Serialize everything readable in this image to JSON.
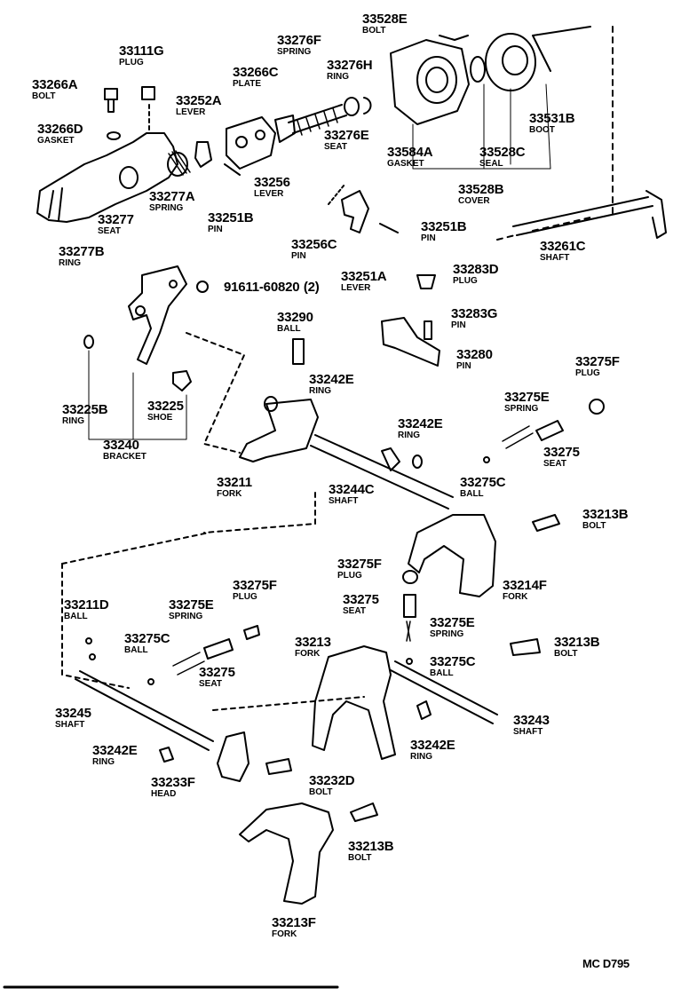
{
  "parts": [
    {
      "number": "33528E",
      "name": "BOLT"
    },
    {
      "number": "33111G",
      "name": "PLUG"
    },
    {
      "number": "33276F",
      "name": "SPRING"
    },
    {
      "number": "33276H",
      "name": "RING"
    },
    {
      "number": "33266C",
      "name": "PLATE"
    },
    {
      "number": "33266A",
      "name": "BOLT"
    },
    {
      "number": "33252A",
      "name": "LEVER"
    },
    {
      "number": "33531B",
      "name": "BOOT"
    },
    {
      "number": "33266D",
      "name": "GASKET"
    },
    {
      "number": "33276E",
      "name": "SEAT"
    },
    {
      "number": "33584A",
      "name": "GASKET"
    },
    {
      "number": "33528C",
      "name": "SEAL"
    },
    {
      "number": "33256",
      "name": "LEVER"
    },
    {
      "number": "33528B",
      "name": "COVER"
    },
    {
      "number": "33277A",
      "name": "SPRING"
    },
    {
      "number": "33277",
      "name": "SEAT"
    },
    {
      "number": "33251B",
      "name": "PIN"
    },
    {
      "number": "33251B",
      "name": "PIN"
    },
    {
      "number": "33261C",
      "name": "SHAFT"
    },
    {
      "number": "33277B",
      "name": "RING"
    },
    {
      "number": "33256C",
      "name": "PIN"
    },
    {
      "number": "33283D",
      "name": "PLUG"
    },
    {
      "number": "33251A",
      "name": "LEVER"
    },
    {
      "number": "33290",
      "name": "BALL"
    },
    {
      "number": "33283G",
      "name": "PIN"
    },
    {
      "number": "33280",
      "name": "PIN"
    },
    {
      "number": "33275F",
      "name": "PLUG"
    },
    {
      "number": "33242E",
      "name": "RING"
    },
    {
      "number": "33225B",
      "name": "RING"
    },
    {
      "number": "33225",
      "name": "SHOE"
    },
    {
      "number": "33275E",
      "name": "SPRING"
    },
    {
      "number": "33242E",
      "name": "RING"
    },
    {
      "number": "33240",
      "name": "BRACKET"
    },
    {
      "number": "33275",
      "name": "SEAT"
    },
    {
      "number": "33211",
      "name": "FORK"
    },
    {
      "number": "33275C",
      "name": "BALL"
    },
    {
      "number": "33244C",
      "name": "SHAFT"
    },
    {
      "number": "33213B",
      "name": "BOLT"
    },
    {
      "number": "33275F",
      "name": "PLUG"
    },
    {
      "number": "33214F",
      "name": "FORK"
    },
    {
      "number": "33275F",
      "name": "PLUG"
    },
    {
      "number": "33211D",
      "name": "BALL"
    },
    {
      "number": "33275E",
      "name": "SPRING"
    },
    {
      "number": "33275",
      "name": "SEAT"
    },
    {
      "number": "33275E",
      "name": "SPRING"
    },
    {
      "number": "33275C",
      "name": "BALL"
    },
    {
      "number": "33213",
      "name": "FORK"
    },
    {
      "number": "33213B",
      "name": "BOLT"
    },
    {
      "number": "33275C",
      "name": "BALL"
    },
    {
      "number": "33275",
      "name": "SEAT"
    },
    {
      "number": "33245",
      "name": "SHAFT"
    },
    {
      "number": "33243",
      "name": "SHAFT"
    },
    {
      "number": "33242E",
      "name": "RING"
    },
    {
      "number": "33242E",
      "name": "RING"
    },
    {
      "number": "33232D",
      "name": "BOLT"
    },
    {
      "number": "33233F",
      "name": "HEAD"
    },
    {
      "number": "33213B",
      "name": "BOLT"
    },
    {
      "number": "33213F",
      "name": "FORK"
    }
  ],
  "standard_part": {
    "number": "91611-60820",
    "qty": "(2)"
  },
  "diagram_code": "MC D795"
}
